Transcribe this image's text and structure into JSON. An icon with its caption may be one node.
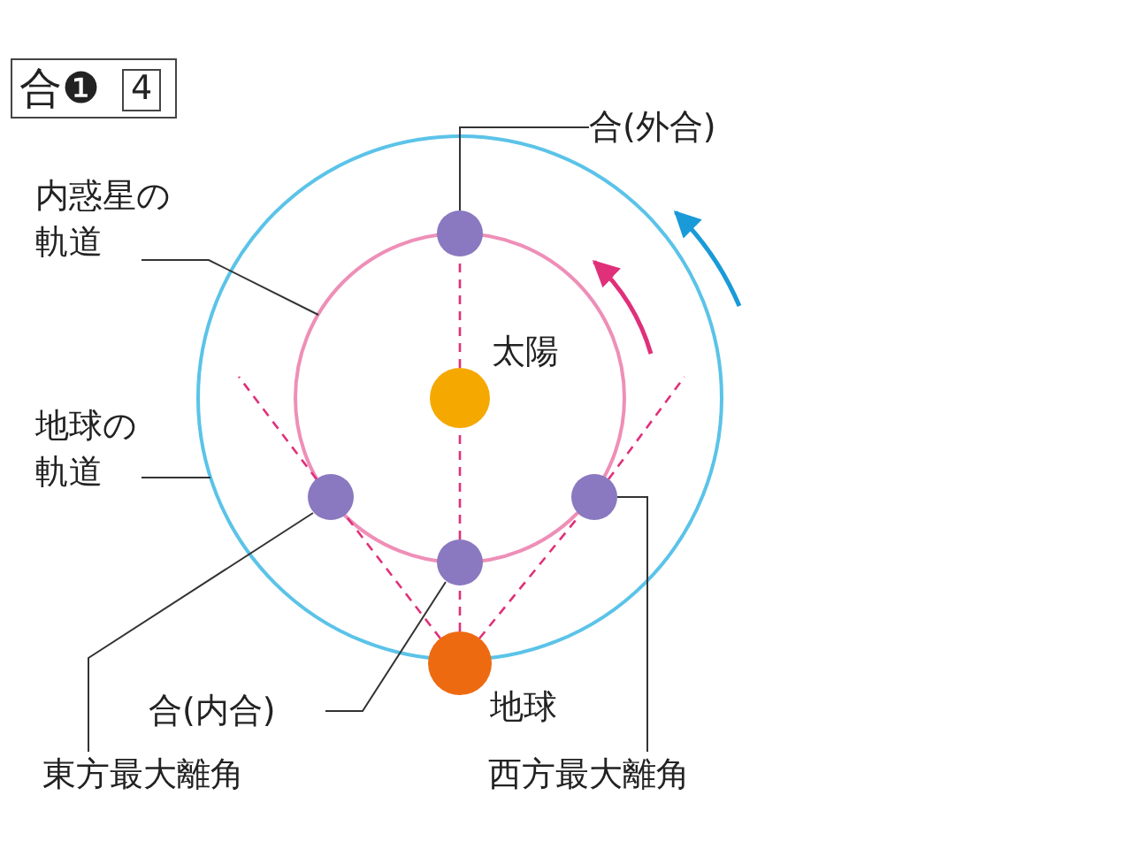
{
  "diagram": {
    "title": "合❶",
    "nodes": [
      {
        "text": [
          "合(外合)"
        ]
      },
      {
        "text": [],
        "shape": "circle"
      },
      {
        "text": [
          "内惑星の軌道"
        ]
      },
      {
        "text": [
          "地球の軌道"
        ]
      },
      {
        "text": [],
        "shape": "circle",
        "beside": [
          "太陽"
        ]
      },
      {
        "text": [],
        "shape": "circle"
      },
      {
        "text": [],
        "shape": "circle"
      },
      {
        "text": [],
        "shape": "circle"
      },
      {
        "text": [],
        "shape": "circle",
        "beside": [
          "地球"
        ]
      },
      {
        "text": [
          "合(内合)"
        ]
      },
      {
        "text": [
          "東方最大離角"
        ]
      },
      {
        "text": [
          "西方最大離角"
        ]
      }
    ],
    "edges": [
      {
        "from": 0,
        "to": 1,
        "arrow": "none"
      },
      {
        "from": 2,
        "to": null,
        "arrow": "none"
      },
      {
        "from": 3,
        "to": null,
        "arrow": "none"
      },
      {
        "from": 9,
        "to": 7,
        "arrow": "none"
      },
      {
        "from": 10,
        "to": 5,
        "arrow": "none"
      },
      {
        "from": 11,
        "to": 6,
        "arrow": "none"
      },
      {
        "from": 8,
        "to": 7,
        "arrow": "none",
        "style": "dashed",
        "color": "#e0307a"
      },
      {
        "from": 7,
        "to": 4,
        "arrow": "none",
        "style": "dashed",
        "color": "#e0307a"
      },
      {
        "from": 4,
        "to": 1,
        "arrow": "none",
        "style": "dashed",
        "color": "#e0307a"
      },
      {
        "from": 8,
        "to": 5,
        "arrow": "none",
        "style": "dashed",
        "color": "#e0307a"
      },
      {
        "from": 8,
        "to": 6,
        "arrow": "none",
        "style": "dashed",
        "color": "#e0307a"
      }
    ],
    "labels": [
      "4"
    ]
  }
}
